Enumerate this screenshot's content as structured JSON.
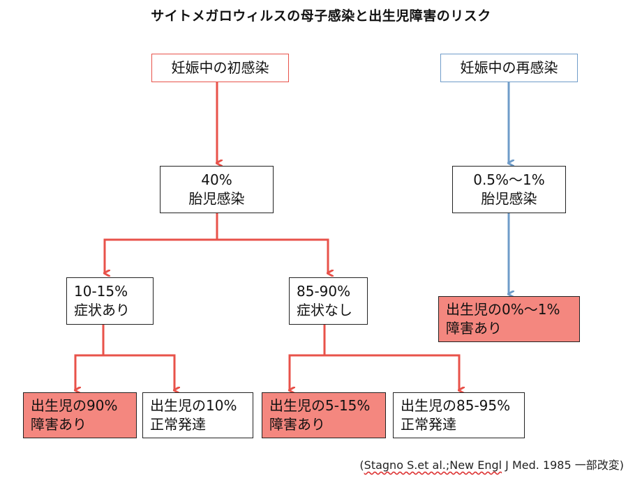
{
  "title": "サイトメガロウィルスの母子感染と出生児障害のリスク",
  "primary": {
    "root": "妊娠中の初感染",
    "fetal": {
      "rate": "40%",
      "label": "胎児感染"
    },
    "symptomatic": {
      "rate": "10-15%",
      "label": "症状あり"
    },
    "asymptomatic": {
      "rate": "85-90%",
      "label": "症状なし"
    },
    "outcomes": [
      {
        "line1": "出生児の90%",
        "line2": "障害あり",
        "disability": true
      },
      {
        "line1": "出生児の10%",
        "line2": "正常発達",
        "disability": false
      },
      {
        "line1": "出生児の5-15%",
        "line2": "障害あり",
        "disability": true
      },
      {
        "line1": "出生児の85-95%",
        "line2": "正常発達",
        "disability": false
      }
    ]
  },
  "reinfection": {
    "root": "妊娠中の再感染",
    "fetal": {
      "rate": "0.5%〜1%",
      "label": "胎児感染"
    },
    "outcome": {
      "line1": "出生児の0%〜1%",
      "line2": "障害あり",
      "disability": true
    }
  },
  "citation": {
    "open": "(",
    "wavy": "Stagno S.et al.;New Engl",
    "rest": " J Med. 1985 一部改変)"
  },
  "colors": {
    "primary_arrow": "#e8524a",
    "reinfection_arrow": "#6f9cc9",
    "disability_fill": "#f4877f"
  }
}
